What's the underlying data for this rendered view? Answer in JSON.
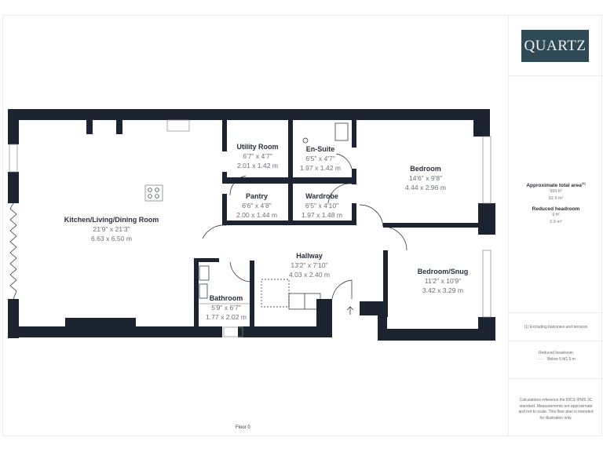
{
  "brand": {
    "logo_text": "QUARTZ",
    "logo_bg": "#2e4a57"
  },
  "floor_label": "Floor 0",
  "rooms": [
    {
      "name": "Kitchen/Living/Dining Room",
      "imperial": "21'9\" x 21'3\"",
      "metric": "6.63 x 6.50 m"
    },
    {
      "name": "Utility Room",
      "imperial": "6'7\" x 4'7\"",
      "metric": "2.01 x 1.42 m"
    },
    {
      "name": "En-Suite",
      "imperial": "6'5\" x 4'7\"",
      "metric": "1.97 x 1.42 m"
    },
    {
      "name": "Bedroom",
      "imperial": "14'6\" x 9'8\"",
      "metric": "4.44 x 2.96 m"
    },
    {
      "name": "Pantry",
      "imperial": "6'6\" x 4'8\"",
      "metric": "2.00 x 1.44 m"
    },
    {
      "name": "Wardrobe",
      "imperial": "6'5\" x 4'10\"",
      "metric": "1.97 x 1.48 m"
    },
    {
      "name": "Hallway",
      "imperial": "13'2\" x 7'10\"",
      "metric": "4.03 x 2.40 m"
    },
    {
      "name": "Bedroom/Snug",
      "imperial": "11'2\" x 10'9\"",
      "metric": "3.42 x 3.29 m"
    },
    {
      "name": "Bathroom",
      "imperial": "5'9\" x 6'7\"",
      "metric": "1.77 x 2.02 m"
    }
  ],
  "sidebar": {
    "area_title": "Approximate total area",
    "area_footnote_mark": "(1)",
    "area_ft": "999 ft²",
    "area_m": "92.9 m²",
    "reduced_title": "Reduced headroom",
    "reduced_ft": "9 ft²",
    "reduced_m": "0.9 m²",
    "footnote": "(1) Excluding balconies and terraces",
    "legend_title": "Reduced headroom",
    "legend_line": "------",
    "legend_text": "Below 5 ft/1.5 m",
    "disclaimer": "Calculations reference the RICS IPMS 3C standard. Measurements are approximate and not to scale. This floor plan is intended for illustration only."
  },
  "colors": {
    "wall": "#1c2431",
    "window": "#ffffff",
    "text_dim": "#6b6f76"
  }
}
